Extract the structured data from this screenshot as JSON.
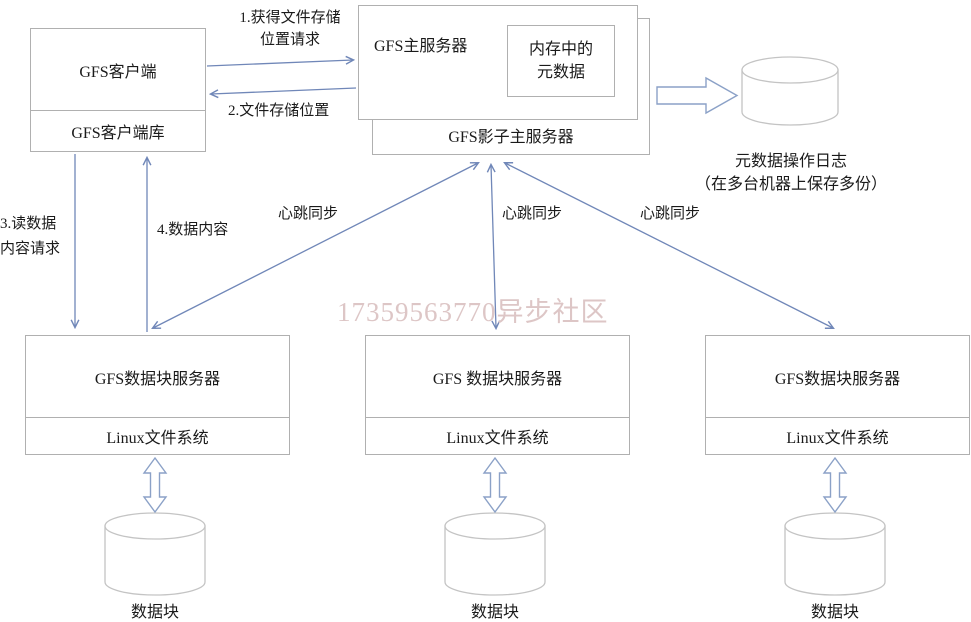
{
  "colors": {
    "arrow_blue": "#7087b8",
    "block_arrow_stroke": "#8ba1c7",
    "box_border": "#b0b0b0",
    "cylinder_stroke": "#c4c4c4",
    "watermark_color": "#ddc6c6"
  },
  "client": {
    "title": "GFS客户端",
    "library": "GFS客户端库"
  },
  "master": {
    "title": "GFS主服务器",
    "memory_line1": "内存中的",
    "memory_line2": "元数据",
    "shadow_title": "GFS影子主服务器"
  },
  "metadata_log": {
    "line1": "元数据操作日志",
    "line2": "（在多台机器上保存多份）"
  },
  "edge_labels": {
    "request_line1": "1.获得文件存储",
    "request_line2": "位置请求",
    "response": "2.文件存储位置",
    "read_request_line1": "3.读数据",
    "read_request_line2": "内容请求",
    "data_content": "4.数据内容",
    "heartbeat_1": "心跳同步",
    "heartbeat_2": "心跳同步",
    "heartbeat_3": "心跳同步"
  },
  "chunk_servers": [
    {
      "title": "GFS数据块服务器",
      "filesystem": "Linux文件系统",
      "chunk_label": "数据块"
    },
    {
      "title": "GFS 数据块服务器",
      "filesystem": "Linux文件系统",
      "chunk_label": "数据块"
    },
    {
      "title": "GFS数据块服务器",
      "filesystem": "Linux文件系统",
      "chunk_label": "数据块"
    }
  ],
  "watermark": "17359563770异步社区"
}
